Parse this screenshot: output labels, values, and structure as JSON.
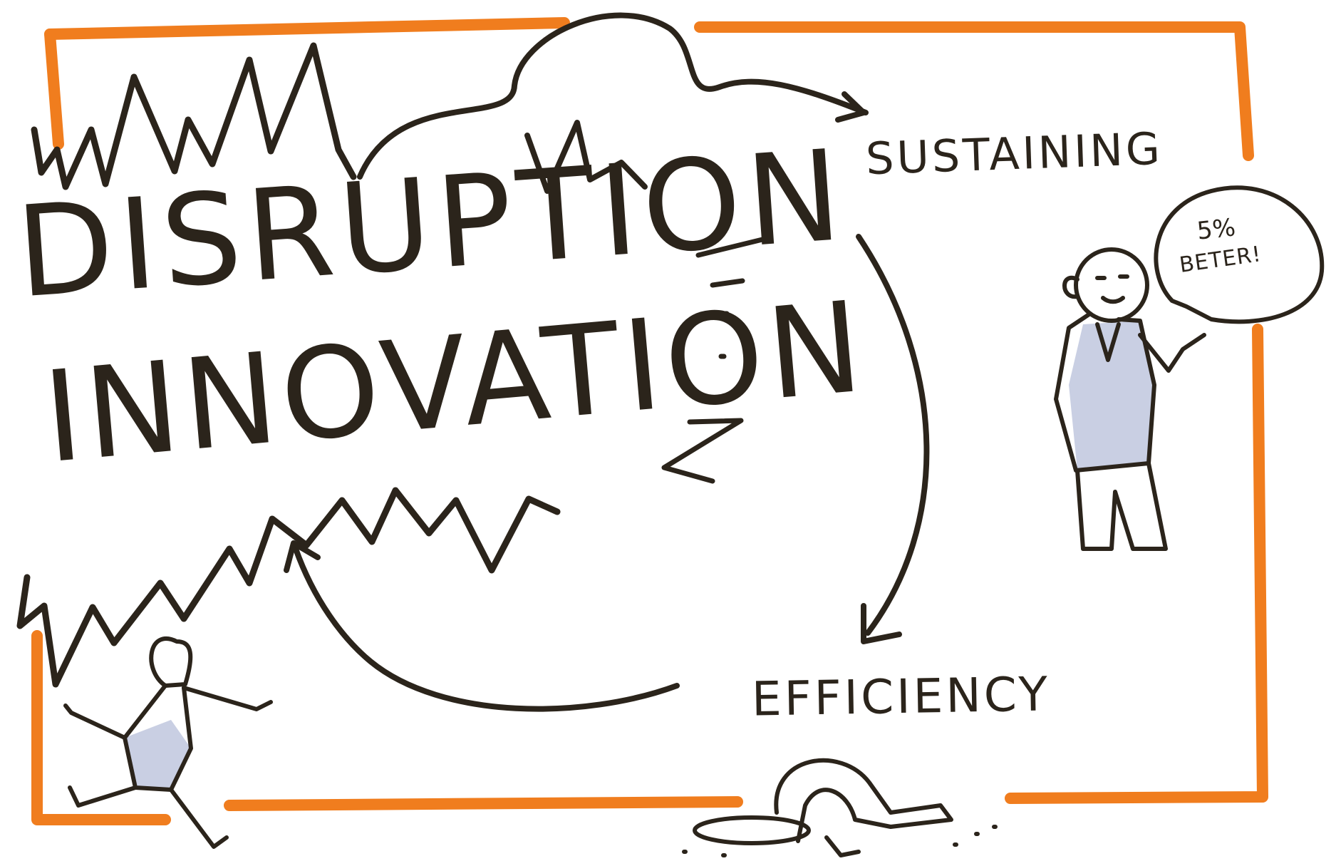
{
  "diagram": {
    "title_line_1": "DISRUPTION",
    "title_line_2": "INNOVATION",
    "label_top": "SUSTAINING",
    "label_bottom": "EFFICIENCY",
    "speech_line_1": "5%",
    "speech_line_2": "BETER!"
  },
  "colors": {
    "ink": "#2b241b",
    "frame": "#f07d1e",
    "shade": "#c9cfe3"
  },
  "icons": [
    "burst-shape",
    "arrow-loop",
    "businessman-figure",
    "speech-bubble",
    "running-figure",
    "digging-figure"
  ]
}
